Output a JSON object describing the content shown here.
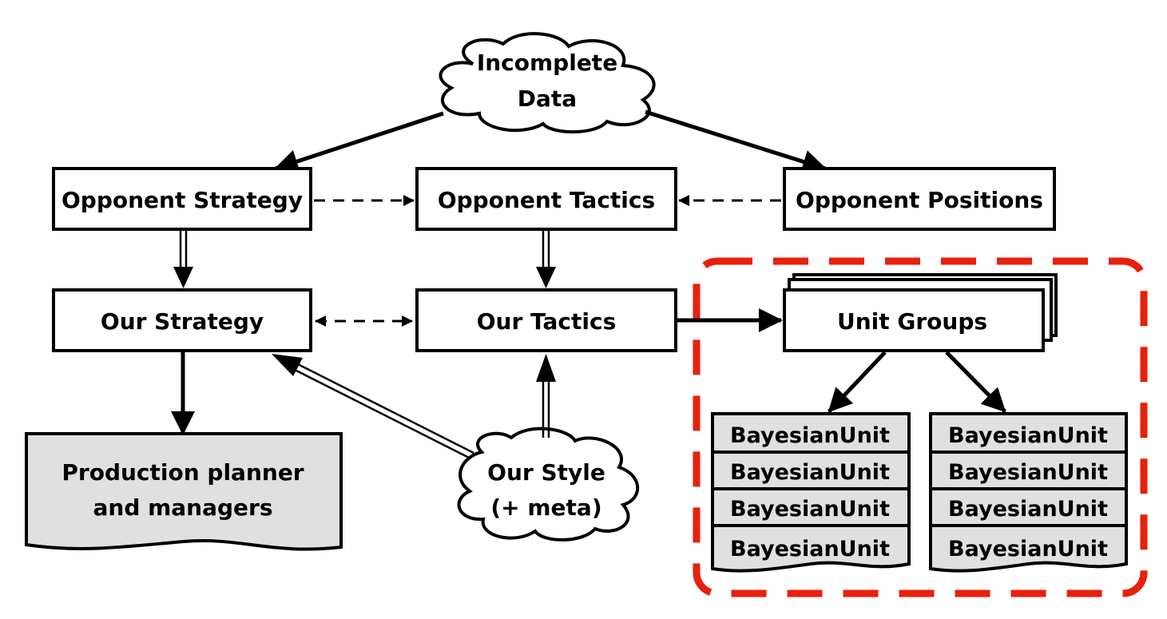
{
  "nodes": {
    "incomplete_data": {
      "line1": "Incomplete",
      "line2": "Data"
    },
    "opponent_strategy": "Opponent Strategy",
    "opponent_tactics": "Opponent Tactics",
    "opponent_positions": "Opponent Positions",
    "our_strategy": "Our Strategy",
    "our_tactics": "Our Tactics",
    "unit_groups": "Unit Groups",
    "production": {
      "line1": "Production planner",
      "line2": "and managers"
    },
    "our_style": {
      "line1": "Our Style",
      "line2": "(+ meta)"
    }
  },
  "bayesian_units": {
    "left": [
      "BayesianUnit",
      "BayesianUnit",
      "BayesianUnit",
      "BayesianUnit"
    ],
    "right": [
      "BayesianUnit",
      "BayesianUnit",
      "BayesianUnit",
      "BayesianUnit"
    ]
  },
  "colors": {
    "stroke": "#000000",
    "doc_fill": "#e0e0e0",
    "highlight_border": "#e8200c"
  }
}
